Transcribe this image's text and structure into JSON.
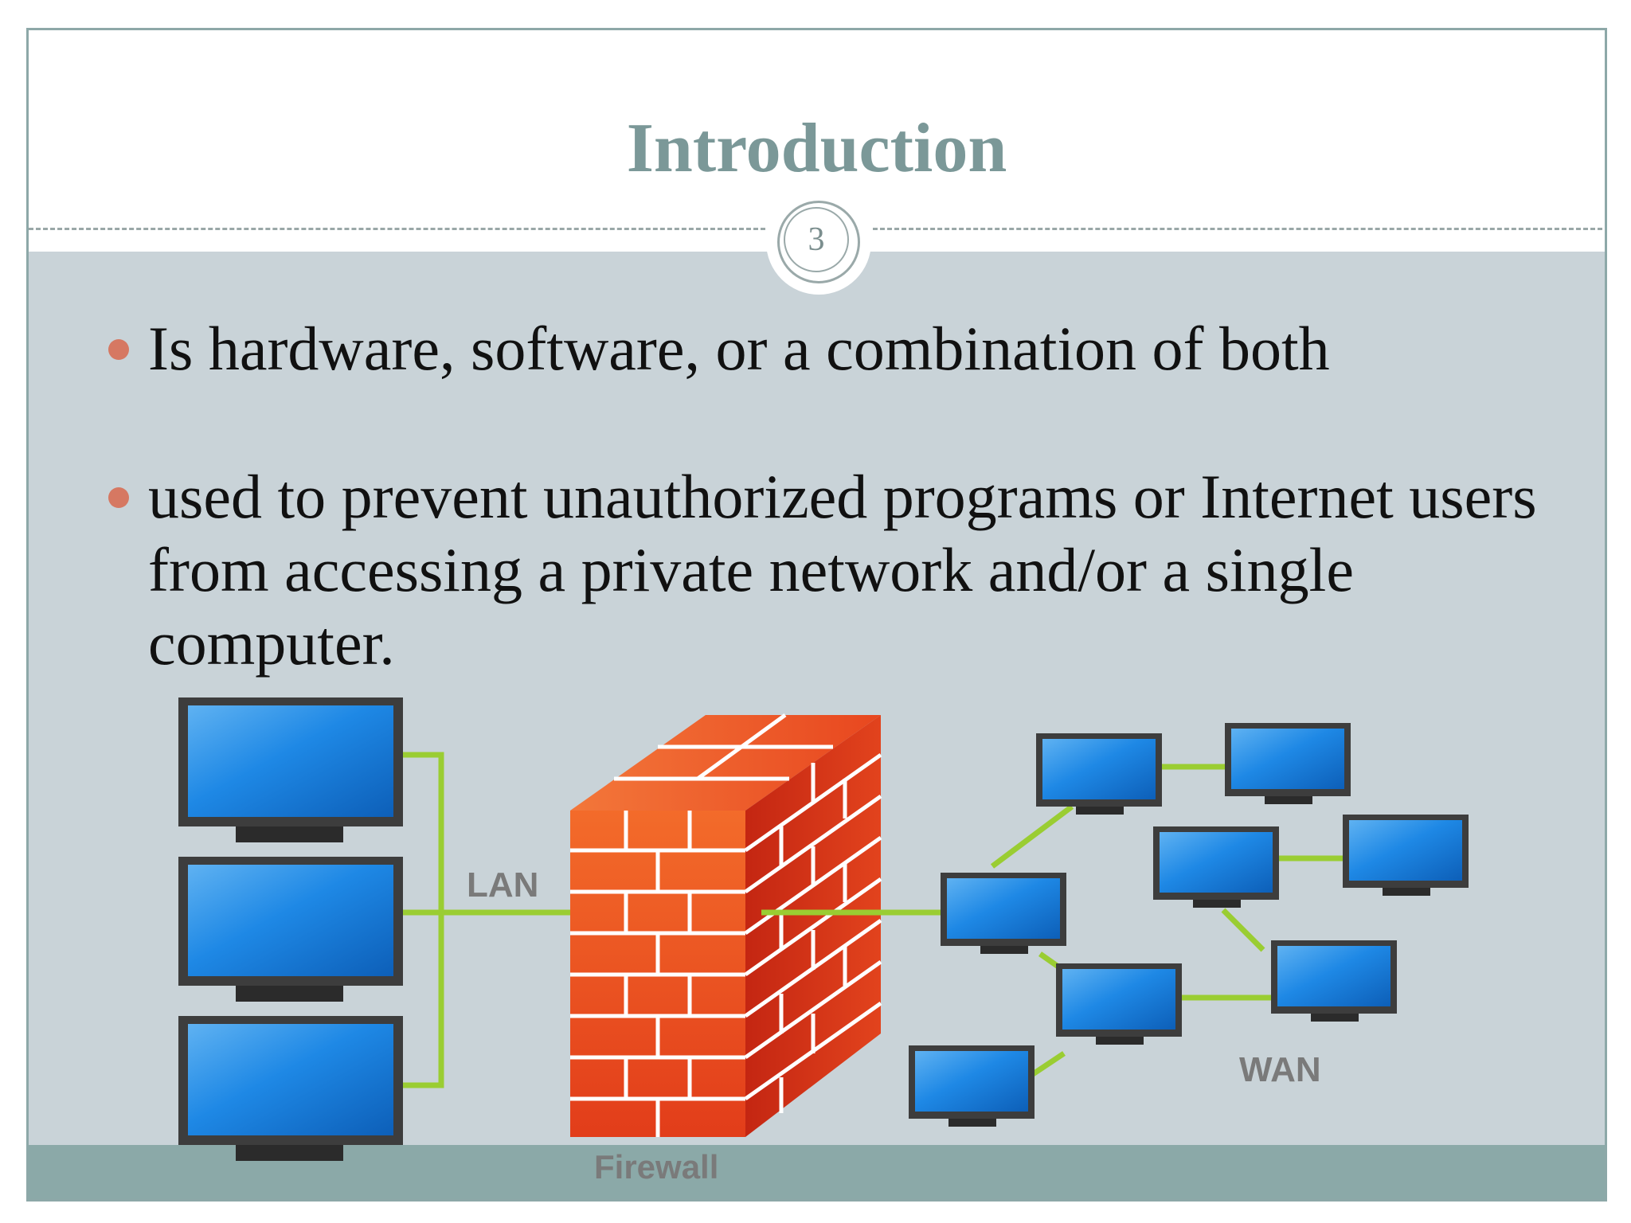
{
  "slide": {
    "title": "Introduction",
    "page_number": "3",
    "bullets": [
      "Is hardware, software, or a combination of both",
      "used to prevent unauthorized programs or Internet users from accessing a private network and/or a single computer."
    ]
  },
  "diagram": {
    "lan_label": "LAN",
    "wan_label": "WAN",
    "firewall_label": "Firewall"
  },
  "colors": {
    "title": "#7b9898",
    "content_bg": "#c9d3d8",
    "footer_band": "#8ba9a8",
    "bullet_dot": "#d67862",
    "link_line": "#9acd32",
    "monitor_screen": "#1e88e5",
    "brick": "#e8401c"
  }
}
